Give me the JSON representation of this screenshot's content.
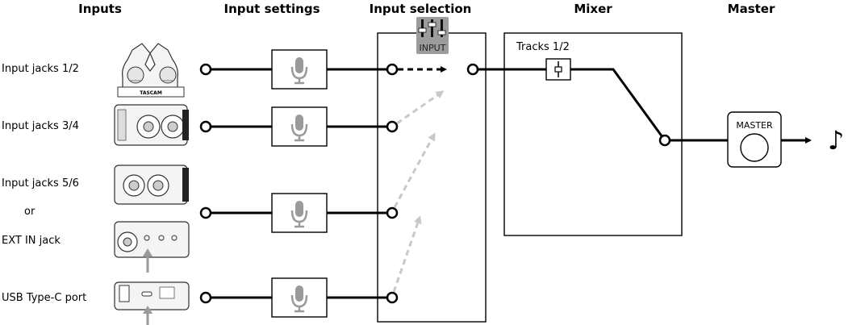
{
  "headers": {
    "inputs": "Inputs",
    "input_settings": "Input settings",
    "input_selection": "Input selection",
    "mixer": "Mixer",
    "master": "Master"
  },
  "inputs": [
    {
      "label": "Input jacks 1/2"
    },
    {
      "label": "Input jacks 3/4"
    },
    {
      "label": "Input jacks 5/6"
    },
    {
      "label": "or"
    },
    {
      "label": "EXT IN jack"
    },
    {
      "label": "USB Type-C port"
    }
  ],
  "input_selection": {
    "button_label": "INPUT"
  },
  "mixer": {
    "tracks_label": "Tracks 1/2"
  },
  "master": {
    "knob_label": "MASTER",
    "output_symbol": "♪"
  },
  "device": {
    "brand_text": "TASCAM"
  },
  "icons": [
    "mic-icon",
    "fader-icon",
    "input-button-icon",
    "knob-icon",
    "music-note-icon"
  ],
  "colors": {
    "line": "#000000",
    "dashed_gray": "#c8c8c8",
    "mic_gray": "#9a9a9a",
    "button_bg": "#9c9c9c"
  }
}
